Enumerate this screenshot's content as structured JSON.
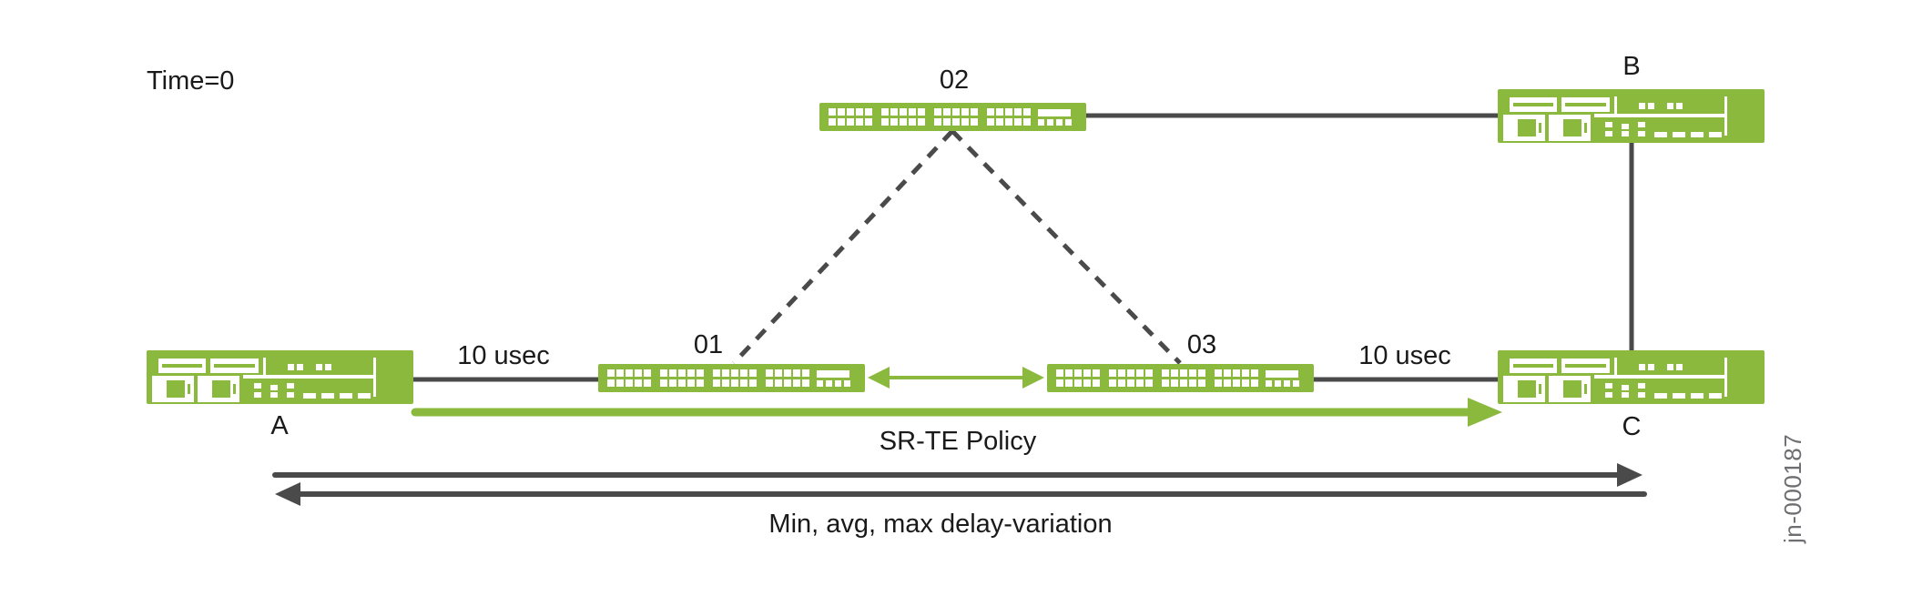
{
  "figure": {
    "time_label": "Time=0",
    "figure_id": "jn-000187",
    "colors": {
      "device_green": "#8AB93D",
      "line_dark": "#4A4A4A",
      "text": "#1A1A1A",
      "figure_id_text": "#6D6E71"
    },
    "nodes": {
      "router_a": {
        "label": "A",
        "type": "router"
      },
      "switch_01": {
        "label": "01",
        "type": "switch"
      },
      "switch_02": {
        "label": "02",
        "type": "switch"
      },
      "switch_03": {
        "label": "03",
        "type": "switch"
      },
      "router_b": {
        "label": "B",
        "type": "router"
      },
      "router_c": {
        "label": "C",
        "type": "router"
      }
    },
    "link_labels": {
      "a_to_01_delay": "10 usec",
      "s03_to_c_delay": "10 usec"
    },
    "arrows": {
      "policy_label": "SR-TE Policy",
      "measurement_label": "Min, avg, max delay-variation"
    }
  }
}
